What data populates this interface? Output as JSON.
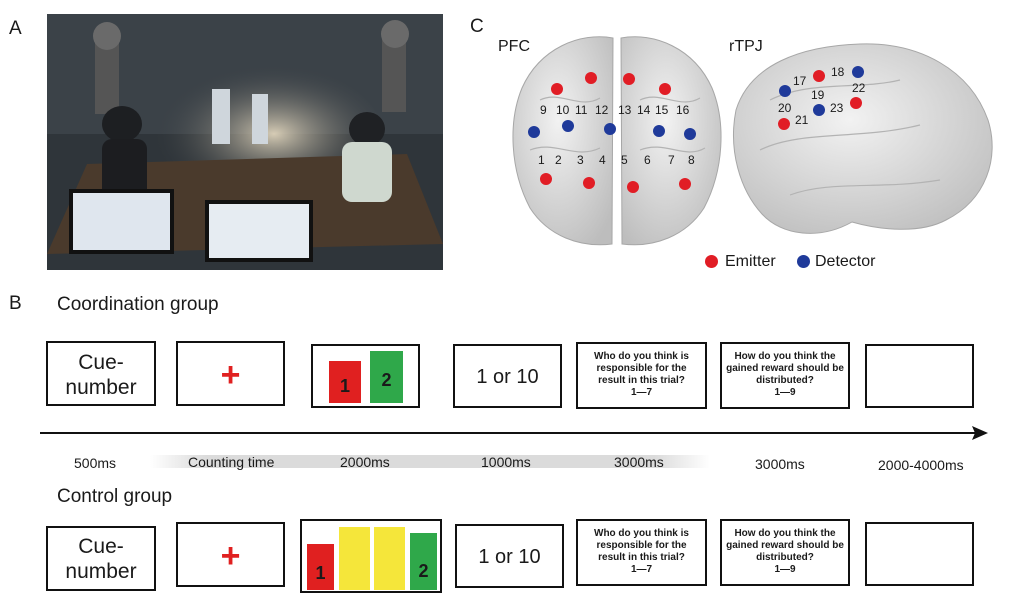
{
  "panels": {
    "a": "A",
    "b": "B",
    "c": "C"
  },
  "brain": {
    "pfc_label": "PFC",
    "rtpj_label": "rTPJ",
    "channels": [
      "1",
      "2",
      "3",
      "4",
      "5",
      "6",
      "7",
      "8",
      "9",
      "10",
      "11",
      "12",
      "13",
      "14",
      "15",
      "16",
      "17",
      "18",
      "19",
      "20",
      "21",
      "22",
      "23"
    ]
  },
  "legend": {
    "emitter": "Emitter",
    "detector": "Detector",
    "emitter_color": "#e11d25",
    "detector_color": "#1f3a9a"
  },
  "coordination": {
    "title": "Coordination group",
    "cue": "Cue-number",
    "cross": "+",
    "card_left": "1",
    "card_right": "2",
    "feedback": "1 or 10",
    "q1": "Who do you think is responsible for the result in this trial?",
    "q1_range": "1—7",
    "q2": "How do you think the gained reward should be distributed?",
    "q2_range": "1—9"
  },
  "control": {
    "title": "Control group",
    "cue": "Cue-number",
    "cross": "+",
    "card_left": "1",
    "card_right": "2",
    "feedback": "1 or 10",
    "q1": "Who do you think is responsible for the result in this trial?",
    "q1_range": "1—7",
    "q2": "How do you think the gained reward should be distributed?",
    "q2_range": "1—9"
  },
  "timings": [
    "500ms",
    "Counting time",
    "2000ms",
    "1000ms",
    "3000ms",
    "3000ms",
    "2000-4000ms"
  ],
  "colors": {
    "red": "#e02020",
    "green": "#2fa84a",
    "yellow": "#f5e63a"
  }
}
